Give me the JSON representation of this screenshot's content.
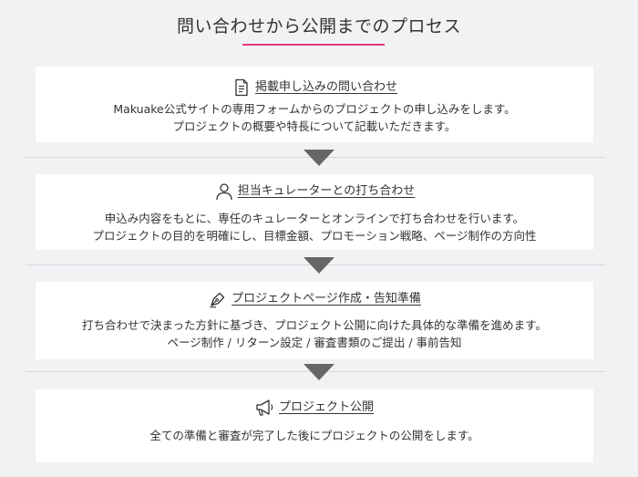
{
  "page": {
    "title": "問い合わせから公開までのプロセス",
    "accent_color": "#e2377a",
    "arrow_color": "#666666"
  },
  "steps": [
    {
      "icon": "document-icon",
      "heading": "掲載申し込みの問い合わせ",
      "lines": [
        "Makuake公式サイトの専用フォームからのプロジェクトの申し込みをします。",
        "プロジェクトの概要や特長について記載いただきます。"
      ]
    },
    {
      "icon": "person-icon",
      "heading": "担当キュレーターとの打ち合わせ",
      "lines": [
        "申込み内容をもとに、専任のキュレーターとオンラインで打ち合わせを行います。",
        "プロジェクトの目的を明確にし、目標金額、プロモーション戦略、ページ制作の方向性"
      ]
    },
    {
      "icon": "pen-icon",
      "heading": "プロジェクトページ作成・告知準備",
      "lines": [
        "打ち合わせで決まった方針に基づき、プロジェクト公開に向けた具体的な準備を進めます。",
        "ページ制作 / リターン設定 / 審査書類のご提出 / 事前告知"
      ]
    },
    {
      "icon": "megaphone-icon",
      "heading": "プロジェクト公開",
      "lines": [
        "全ての準備と審査が完了した後にプロジェクトの公開をします。"
      ]
    }
  ]
}
